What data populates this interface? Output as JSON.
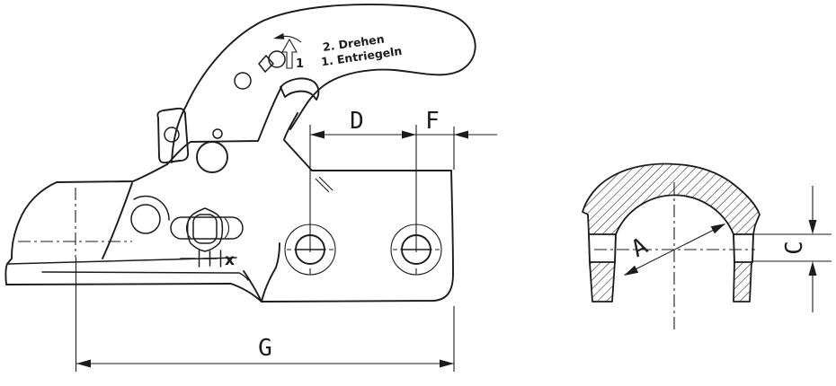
{
  "drawing": {
    "type": "technical drawing - trailer coupling (side view and ball socket section)",
    "colors": {
      "line": "#1c1c1c",
      "background": "#ffffff"
    },
    "labels": {
      "dim_d": "D",
      "dim_f": "F",
      "dim_g": "G",
      "dim_a": "A",
      "dim_c": "C",
      "step_marker": "1",
      "tolerance_label": "x"
    },
    "instructions": {
      "line1": "2. Drehen",
      "line2": "1. Entriegeln"
    },
    "icons": {
      "unlock-arrow-icon": "↑",
      "rotate-arrow-icon": "↶",
      "key-icon": "⚿"
    }
  }
}
